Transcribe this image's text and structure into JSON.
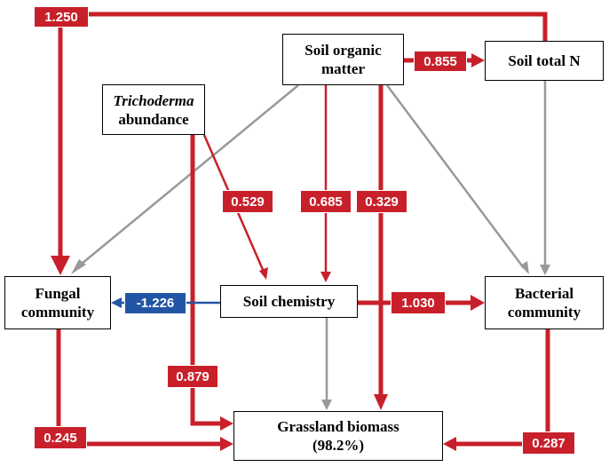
{
  "colors": {
    "positive": "#c8202a",
    "negative": "#2355a5",
    "nonsig": "#999999"
  },
  "nodes": {
    "soil_organic_matter": {
      "line1": "Soil organic",
      "line2": "matter"
    },
    "soil_total_n": {
      "label": "Soil total N"
    },
    "trichoderma": {
      "line1": "Trichoderma",
      "line2": "abundance"
    },
    "fungal": {
      "line1": "Fungal",
      "line2": "community"
    },
    "soil_chemistry": {
      "label": "Soil chemistry"
    },
    "bacterial": {
      "line1": "Bacterial",
      "line2": "community"
    },
    "grassland": {
      "line1": "Grassland biomass",
      "line2": "(98.2%)"
    }
  },
  "paths": [
    {
      "from": "Soil organic matter",
      "to": "Fungal community",
      "sign": "nonsig"
    },
    {
      "from": "Soil organic matter",
      "to": "Soil total N",
      "coefficient": "0.855",
      "sign": "positive"
    },
    {
      "from": "Soil organic matter",
      "to": "Soil chemistry",
      "coefficient": "0.685",
      "sign": "positive"
    },
    {
      "from": "Soil organic matter",
      "to": "Grassland biomass",
      "coefficient": "0.329",
      "sign": "positive"
    },
    {
      "from": "Soil organic matter",
      "to": "Bacterial community",
      "sign": "nonsig"
    },
    {
      "from": "Soil total N",
      "to": "Fungal community",
      "coefficient": "1.250",
      "sign": "positive"
    },
    {
      "from": "Soil total N",
      "to": "Bacterial community",
      "sign": "nonsig"
    },
    {
      "from": "Trichoderma abundance",
      "to": "Soil chemistry",
      "coefficient": "0.529",
      "sign": "positive"
    },
    {
      "from": "Trichoderma abundance",
      "to": "Grassland biomass",
      "coefficient": "0.879",
      "sign": "positive"
    },
    {
      "from": "Soil chemistry",
      "to": "Fungal community",
      "coefficient": "-1.226",
      "sign": "negative"
    },
    {
      "from": "Soil chemistry",
      "to": "Bacterial community",
      "coefficient": "1.030",
      "sign": "positive"
    },
    {
      "from": "Soil chemistry",
      "to": "Grassland biomass",
      "sign": "nonsig"
    },
    {
      "from": "Fungal community",
      "to": "Grassland biomass",
      "coefficient": "0.245",
      "sign": "positive"
    },
    {
      "from": "Bacterial community",
      "to": "Grassland biomass",
      "coefficient": "0.287",
      "sign": "positive"
    }
  ]
}
